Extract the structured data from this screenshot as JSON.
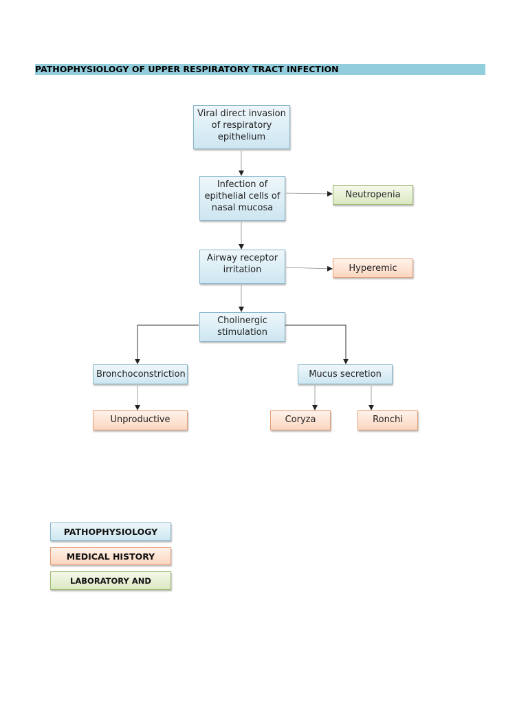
{
  "title": "PATHOPHYSIOLOGY OF UPPER RESPIRATORY TRACT INFECTION",
  "nodes": {
    "viral": "Viral direct invasion of respiratory epithelium",
    "infection": "Infection of epithelial cells of nasal mucosa",
    "neutropenia": "Neutropenia",
    "airway": "Airway receptor irritation",
    "hyperemic": "Hyperemic",
    "cholinergic": "Cholinergic stimulation",
    "broncho": "Bronchoconstriction",
    "mucus": "Mucus secretion",
    "unproductive": "Unproductive cough",
    "coryza": "Coryza",
    "ronchi": "Ronchi"
  },
  "legend": {
    "patho": "PATHOPHYSIOLOGY",
    "history": "MEDICAL HISTORY",
    "lab": "LABORATORY AND DIAGNOSTIC"
  },
  "colors": {
    "title_bar": "#92cddc",
    "pathophysiology": "#cde6f1",
    "medical_history": "#fcd6bf",
    "laboratory": "#dae8c1",
    "connector": "#333333"
  }
}
